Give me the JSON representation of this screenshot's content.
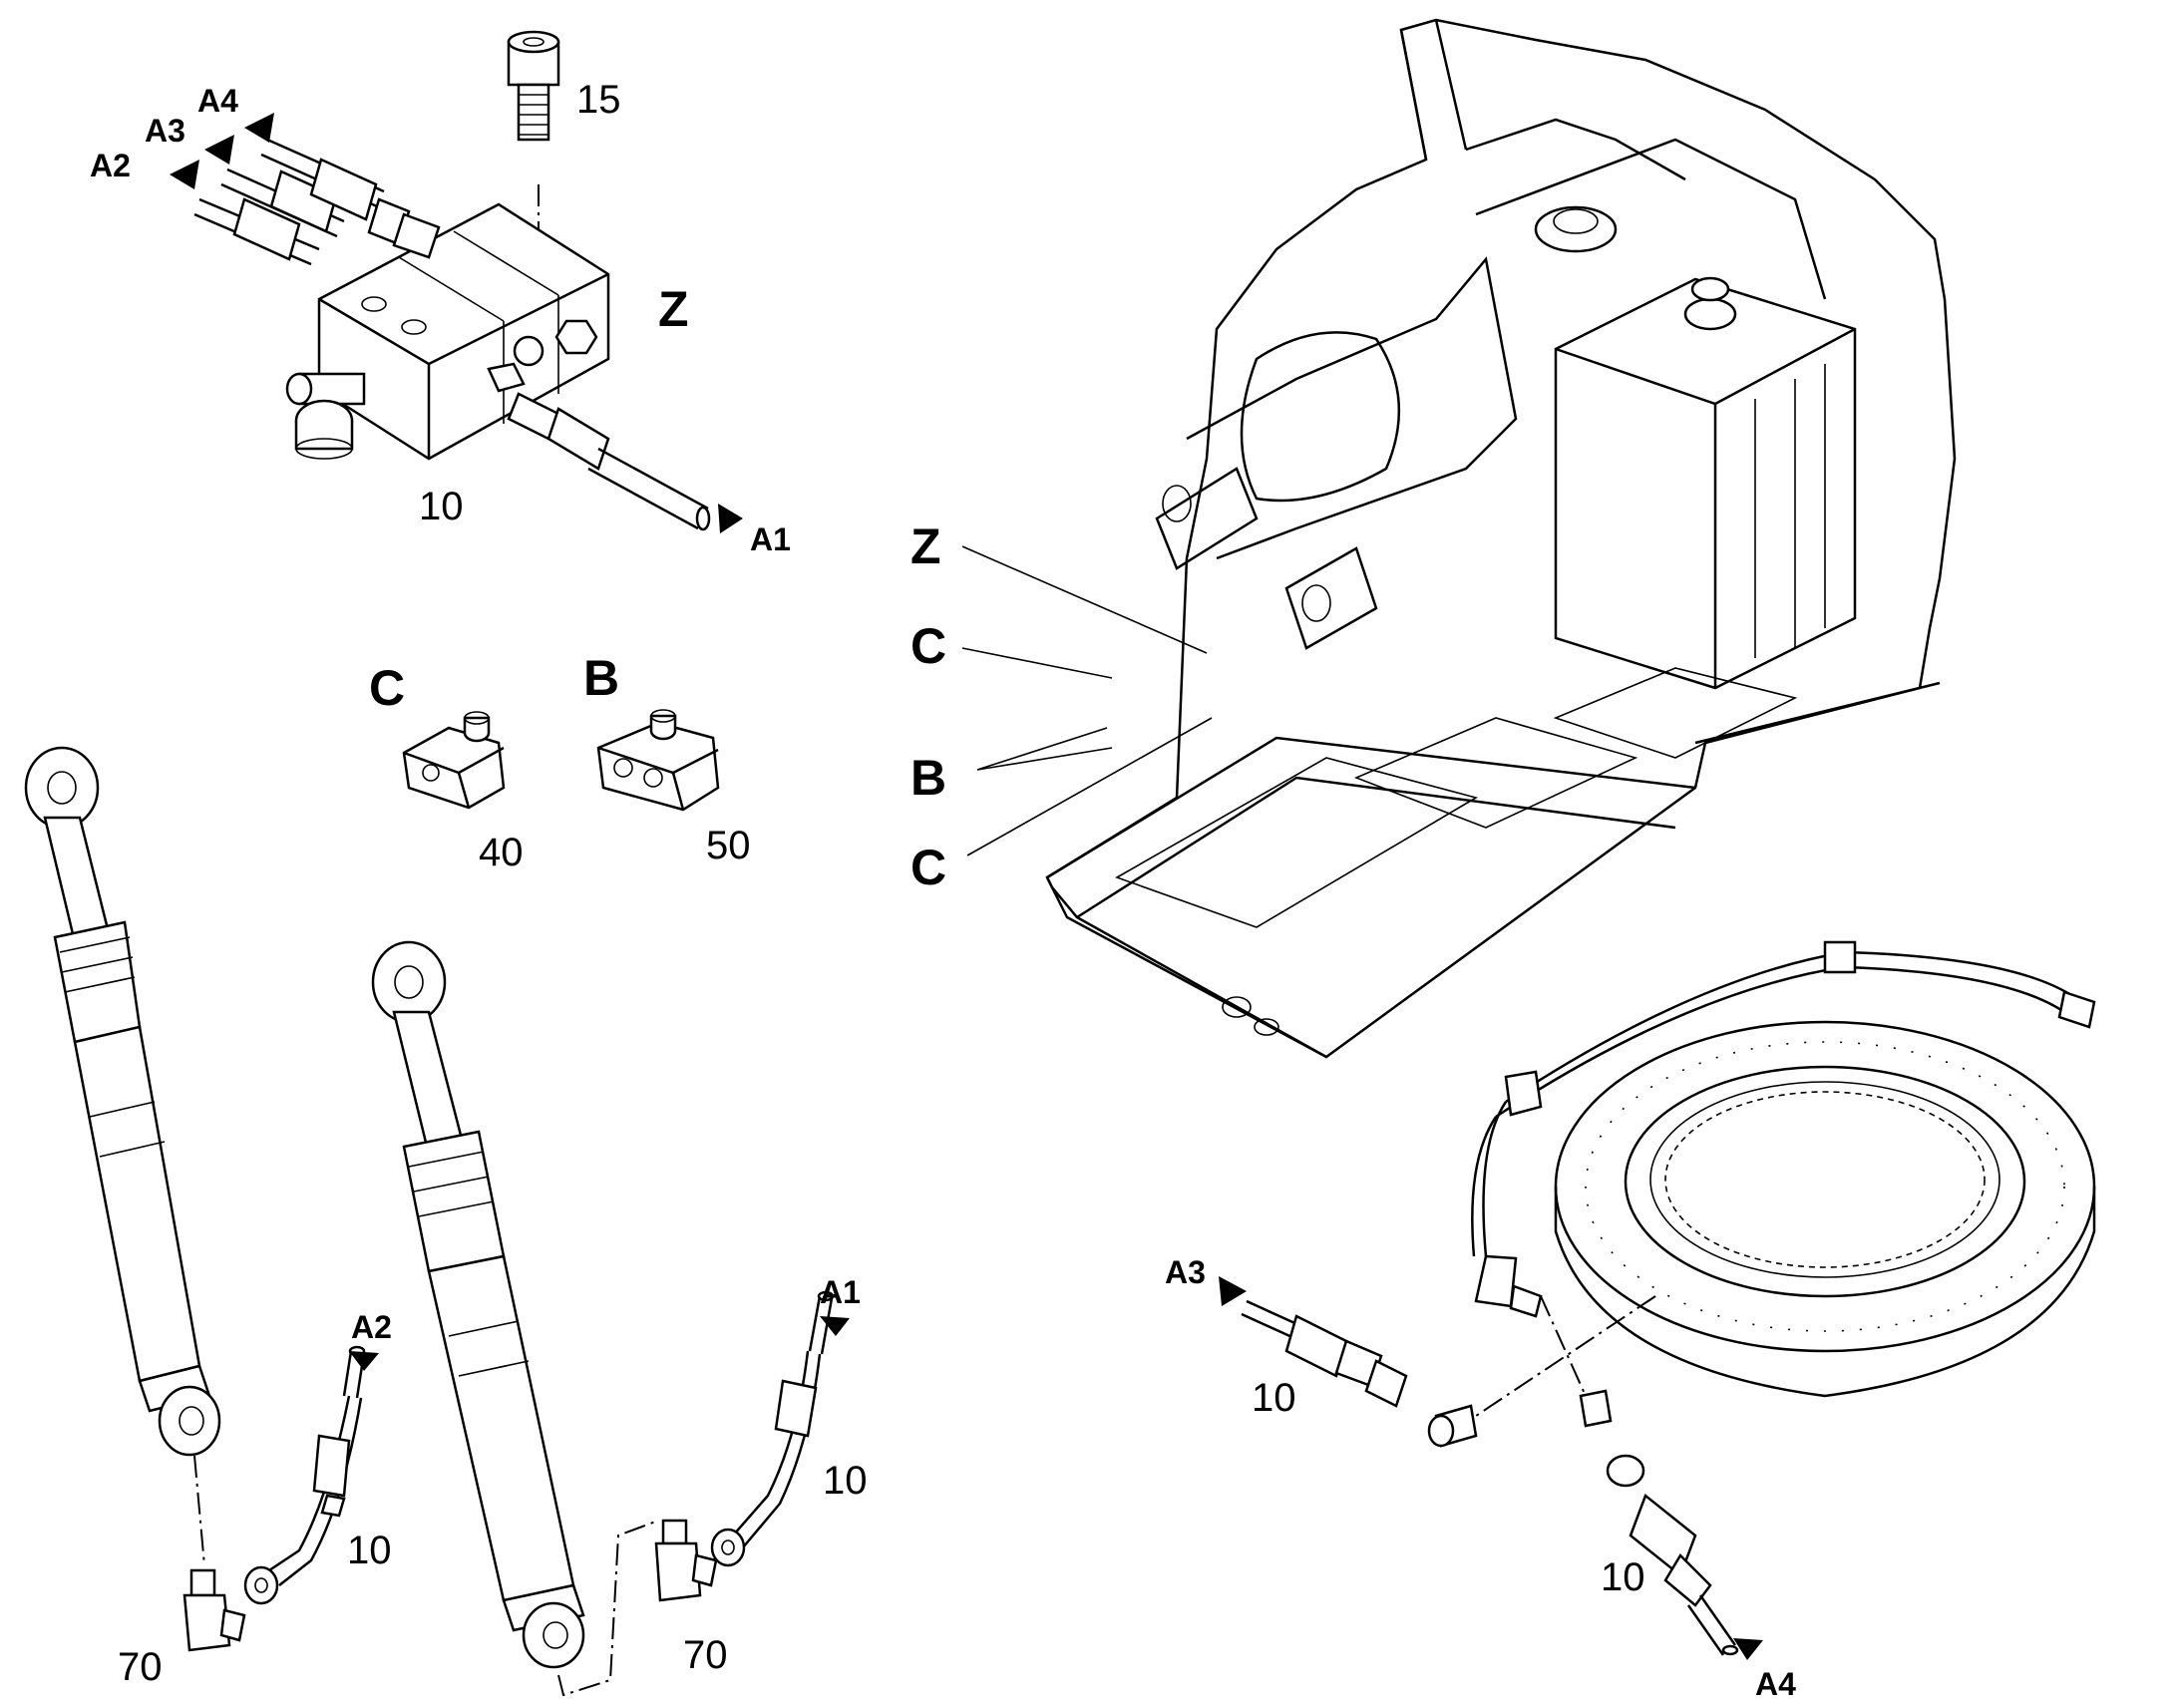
{
  "diagram": {
    "labels": {
      "z_block": "Z",
      "z_callout": "Z",
      "c_part": "C",
      "b_part": "B",
      "c_callout_upper": "C",
      "b_callout": "B",
      "c_callout_lower": "C",
      "n15": "15",
      "n10_block": "10",
      "n40": "40",
      "n50": "50",
      "n10_left": "10",
      "n10_mid": "10",
      "n70_left": "70",
      "n70_mid": "70",
      "n10_ring_left": "10",
      "n10_ring_bottom": "10"
    },
    "arrows": {
      "a1_block": "A1",
      "a2_block": "A2",
      "a3_block": "A3",
      "a4_block": "A4",
      "a2_cyl": "A2",
      "a1_cyl": "A1",
      "a3_ring": "A3",
      "a4_ring": "A4"
    }
  }
}
